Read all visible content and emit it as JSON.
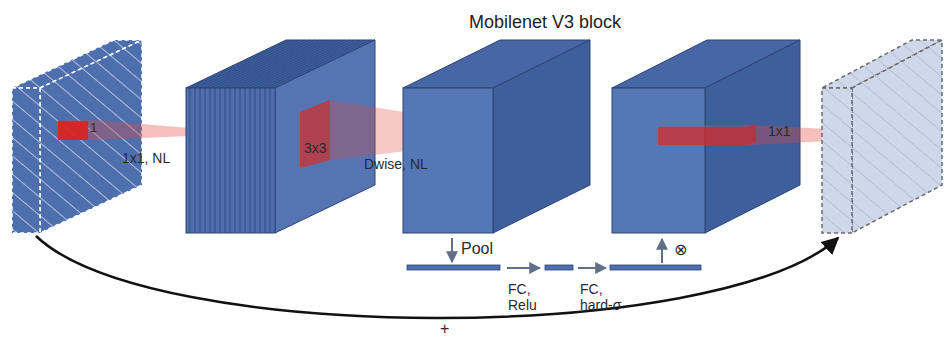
{
  "diagram": {
    "title": "Mobilenet V3 block",
    "labels": [
      "1",
      "1x1, NL",
      "3x3",
      "Dwise, NL",
      "1x1",
      "Pool",
      "⊗",
      "FC, Relu",
      "FC, hard-σ",
      "+"
    ]
  }
}
